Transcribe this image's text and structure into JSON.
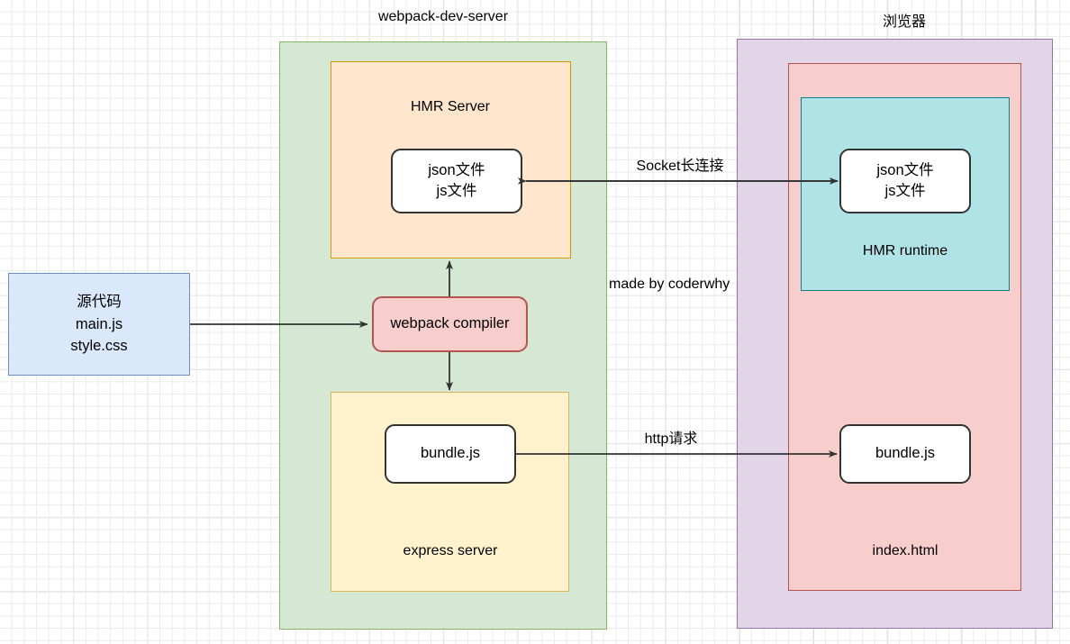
{
  "diagram": {
    "titles": {
      "server": "webpack-dev-server",
      "browser": "浏览器"
    },
    "watermark": "made by coderwhy",
    "source": {
      "line1": "源代码",
      "line2": "main.js",
      "line3": "style.css"
    },
    "server_side": {
      "hmr_server_label": "HMR Server",
      "hmr_server_node_line1": "json文件",
      "hmr_server_node_line2": "js文件",
      "compiler_label": "webpack compiler",
      "express_label": "express server",
      "express_node": "bundle.js"
    },
    "browser_side": {
      "hmr_runtime_label": "HMR runtime",
      "hmr_runtime_node_line1": "json文件",
      "hmr_runtime_node_line2": "js文件",
      "index_label": "index.html",
      "index_node": "bundle.js"
    },
    "edges": {
      "socket": "Socket长连接",
      "http": "http请求"
    },
    "colors": {
      "green_fill": "#d5e8d4",
      "green_stroke": "#82b366",
      "orange_fill": "#ffe6cc",
      "orange_stroke": "#d79b00",
      "yellow_fill": "#fff2cc",
      "yellow_stroke": "#d6b656",
      "purple_fill": "#e1d5e7",
      "purple_stroke": "#9673a6",
      "pink_fill": "#f8cecc",
      "pink_stroke": "#b85450",
      "cyan_fill": "#b0e3e6",
      "cyan_stroke": "#0e8088",
      "blue_fill": "#dae8fc",
      "blue_stroke": "#6c8ebf",
      "arrow_stroke": "#333333"
    }
  }
}
